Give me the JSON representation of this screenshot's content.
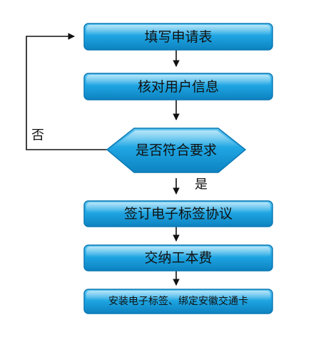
{
  "flowchart": {
    "steps": {
      "fill_form": "填写申请表",
      "verify_info": "核对用户信息",
      "decision": "是否符合要求",
      "sign_agreement": "签订电子标签协议",
      "pay_fee": "交纳工本费",
      "install": "安装电子标签、绑定安徽交通卡"
    },
    "edge_labels": {
      "no": "否",
      "yes": "是"
    }
  },
  "colors": {
    "box_top": "#63c8f2",
    "box_mid": "#1fa6e3",
    "box_bottom": "#0d82c0",
    "box_border": "#0b78b4",
    "line": "#111111"
  }
}
